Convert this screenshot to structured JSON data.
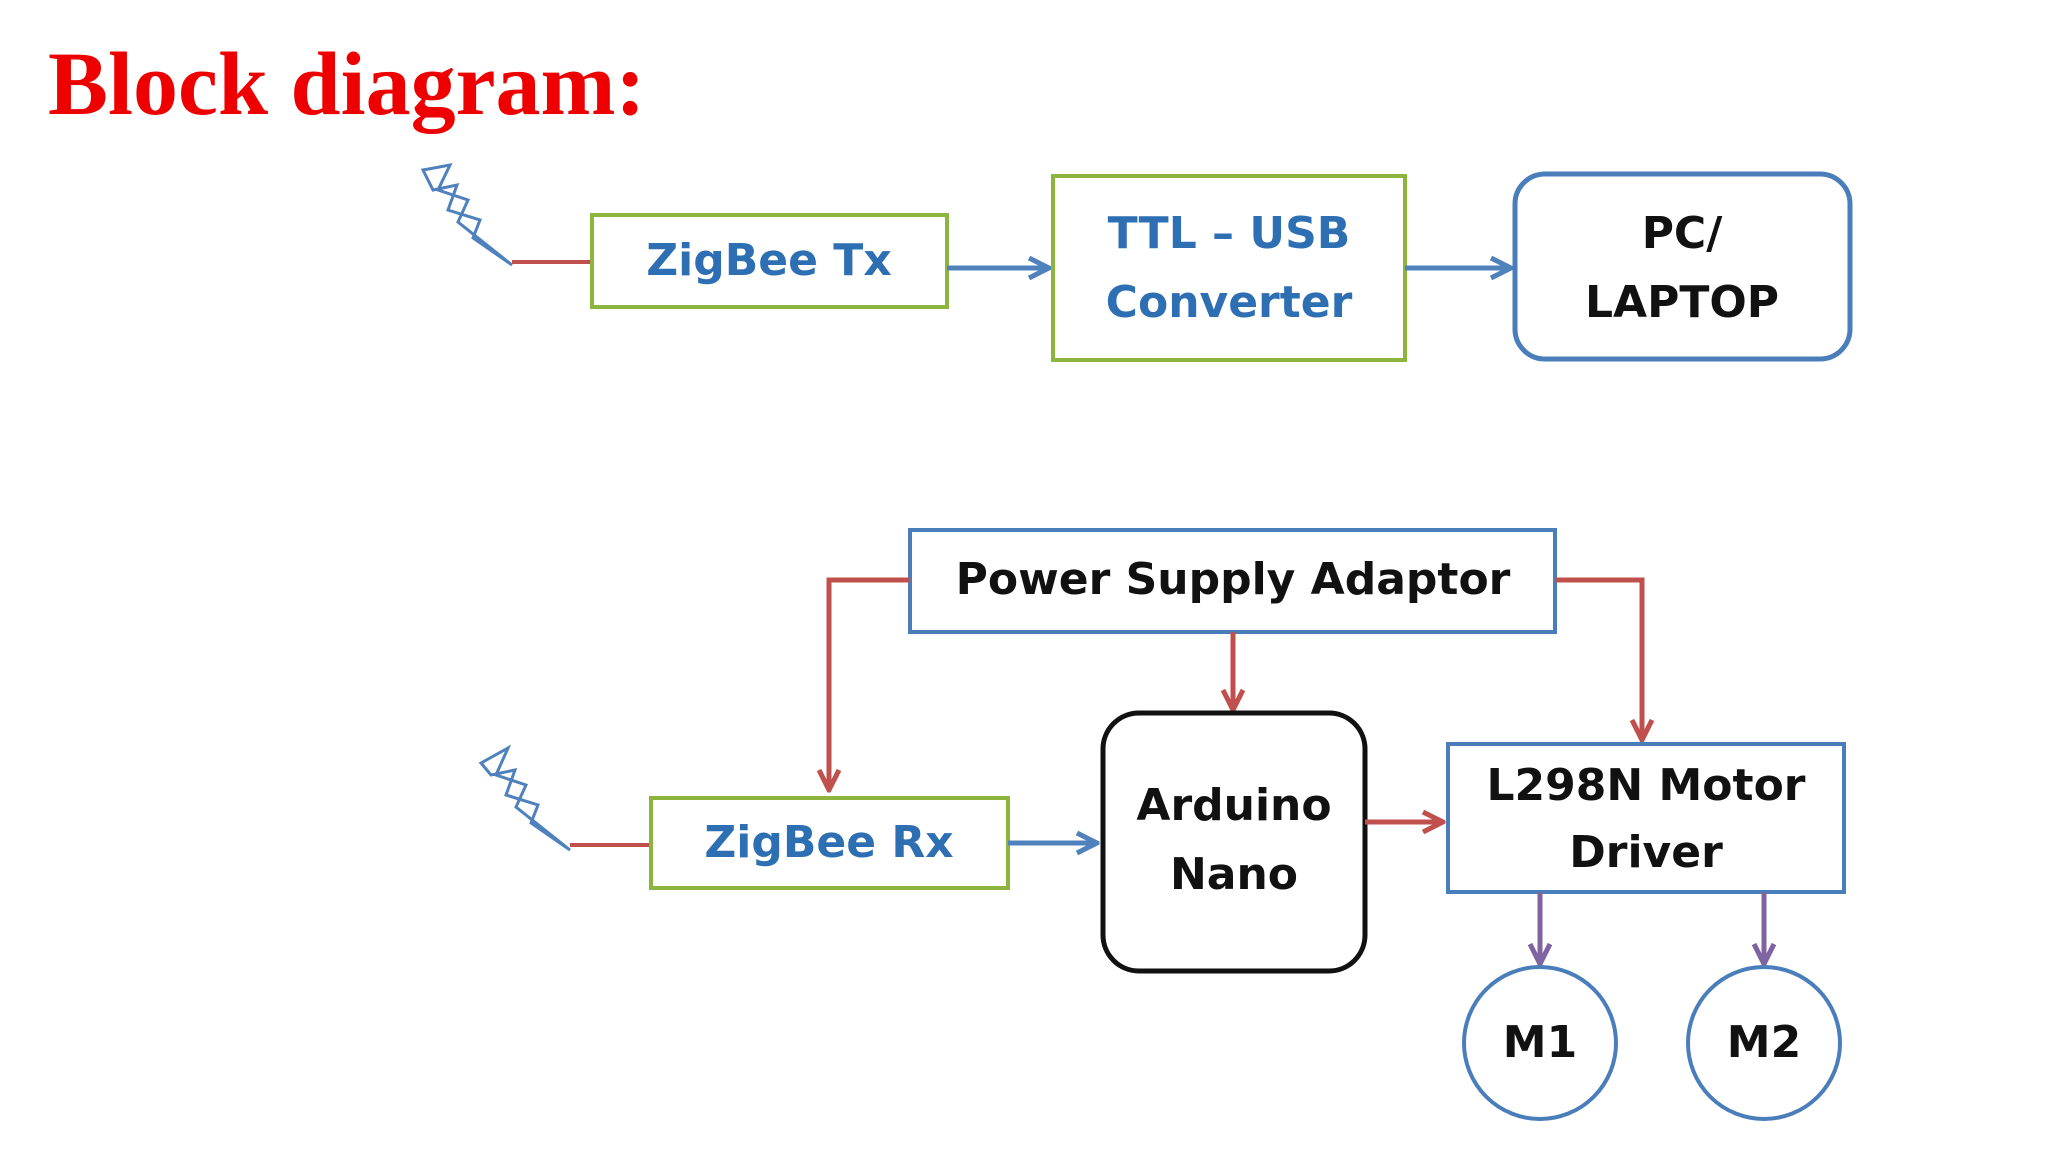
{
  "title": "Block diagram:",
  "transmitter": {
    "zigbee_tx": "ZigBee Tx",
    "converter_line1": "TTL – USB",
    "converter_line2": "Converter",
    "pc_line1": "PC/",
    "pc_line2": "LAPTOP"
  },
  "receiver": {
    "power_supply": "Power Supply Adaptor",
    "zigbee_rx": "ZigBee Rx",
    "arduino_line1": "Arduino",
    "arduino_line2": "Nano",
    "driver_line1": "L298N Motor",
    "driver_line2": "Driver",
    "motor1": "M1",
    "motor2": "M2"
  },
  "colors": {
    "title": "#ee0000",
    "green_border": "#8db43e",
    "blue_border": "#4a7ebb",
    "blue_text": "#2e6fb3",
    "red_line": "#c0504d",
    "blue_line": "#4f81bd",
    "purple_line": "#8064a2"
  }
}
